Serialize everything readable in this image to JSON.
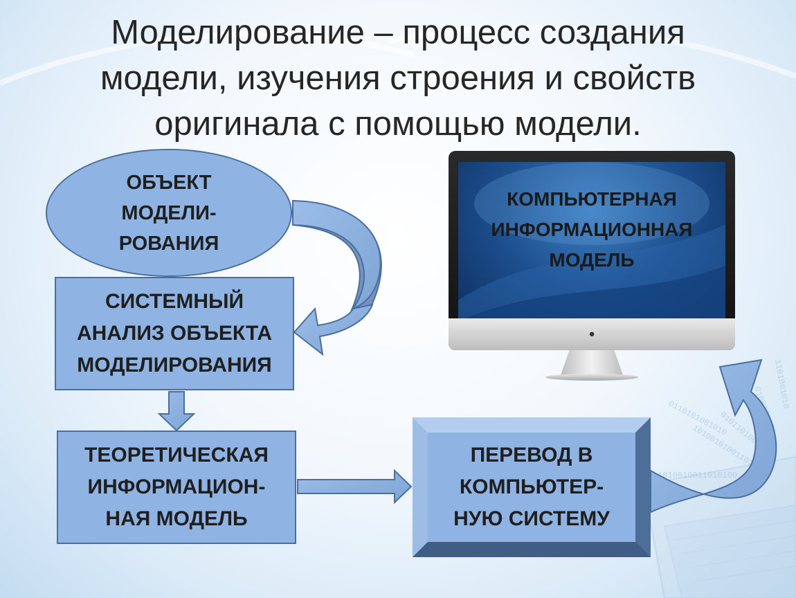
{
  "title_lines": [
    "Моделирование – процесс создания",
    "модели, изучения строения и свойств",
    "оригинала с помощью модели."
  ],
  "nodes": {
    "object": [
      "ОБЪЕКТ",
      "МОДЕЛИ-",
      "РОВАНИЯ"
    ],
    "system_analysis": [
      "СИСТЕМНЫЙ",
      "АНАЛИЗ ОБЪЕКТА",
      "МОДЕЛИРОВАНИЯ"
    ],
    "theoretical_model": [
      "ТЕОРЕТИЧЕСКАЯ",
      "ИНФОРМАЦИОН-",
      "НАЯ МОДЕЛЬ"
    ],
    "computer_transfer": [
      "ПЕРЕВОД В",
      "КОМПЬЮТЕР-",
      "НУЮ СИСТЕМУ"
    ],
    "computer_model": [
      "КОМПЬЮТЕРНАЯ",
      "ИНФОРМАЦИОННАЯ",
      "МОДЕЛЬ"
    ]
  },
  "colors": {
    "node_fill": "#8fb4e3",
    "node_border": "#4a6f9f",
    "arrow_fill": "#8fb4e3",
    "arrow_border": "#4a6f9f",
    "title_text": "#262626"
  },
  "icons": {
    "monitor": "desktop-monitor-icon",
    "monitor_logo": "apple-logo-icon",
    "background": "laptop-binary-decor"
  }
}
